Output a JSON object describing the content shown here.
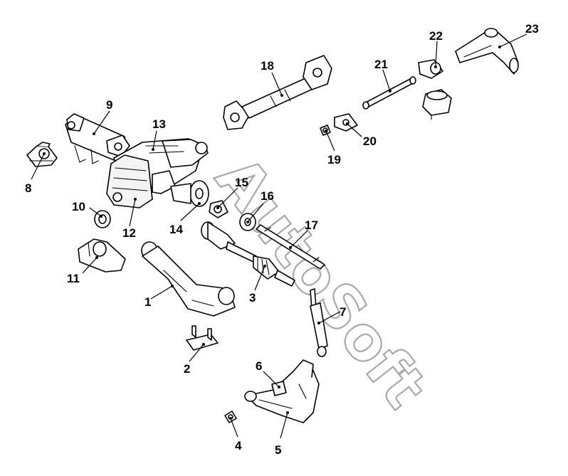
{
  "diagram": {
    "watermark": "AutoSoft",
    "callouts": [
      {
        "id": "c1",
        "label": "1"
      },
      {
        "id": "c2",
        "label": "2"
      },
      {
        "id": "c3",
        "label": "3"
      },
      {
        "id": "c4",
        "label": "4"
      },
      {
        "id": "c5",
        "label": "5"
      },
      {
        "id": "c6",
        "label": "6"
      },
      {
        "id": "c7",
        "label": "7"
      },
      {
        "id": "c8",
        "label": "8"
      },
      {
        "id": "c9",
        "label": "9"
      },
      {
        "id": "c10",
        "label": "10"
      },
      {
        "id": "c11",
        "label": "11"
      },
      {
        "id": "c12",
        "label": "12"
      },
      {
        "id": "c13",
        "label": "13"
      },
      {
        "id": "c14",
        "label": "14"
      },
      {
        "id": "c15",
        "label": "15"
      },
      {
        "id": "c16",
        "label": "16"
      },
      {
        "id": "c17",
        "label": "17"
      },
      {
        "id": "c18",
        "label": "18"
      },
      {
        "id": "c19",
        "label": "19"
      },
      {
        "id": "c20",
        "label": "20"
      },
      {
        "id": "c21",
        "label": "21"
      },
      {
        "id": "c22",
        "label": "22"
      },
      {
        "id": "c23",
        "label": "23"
      }
    ]
  }
}
